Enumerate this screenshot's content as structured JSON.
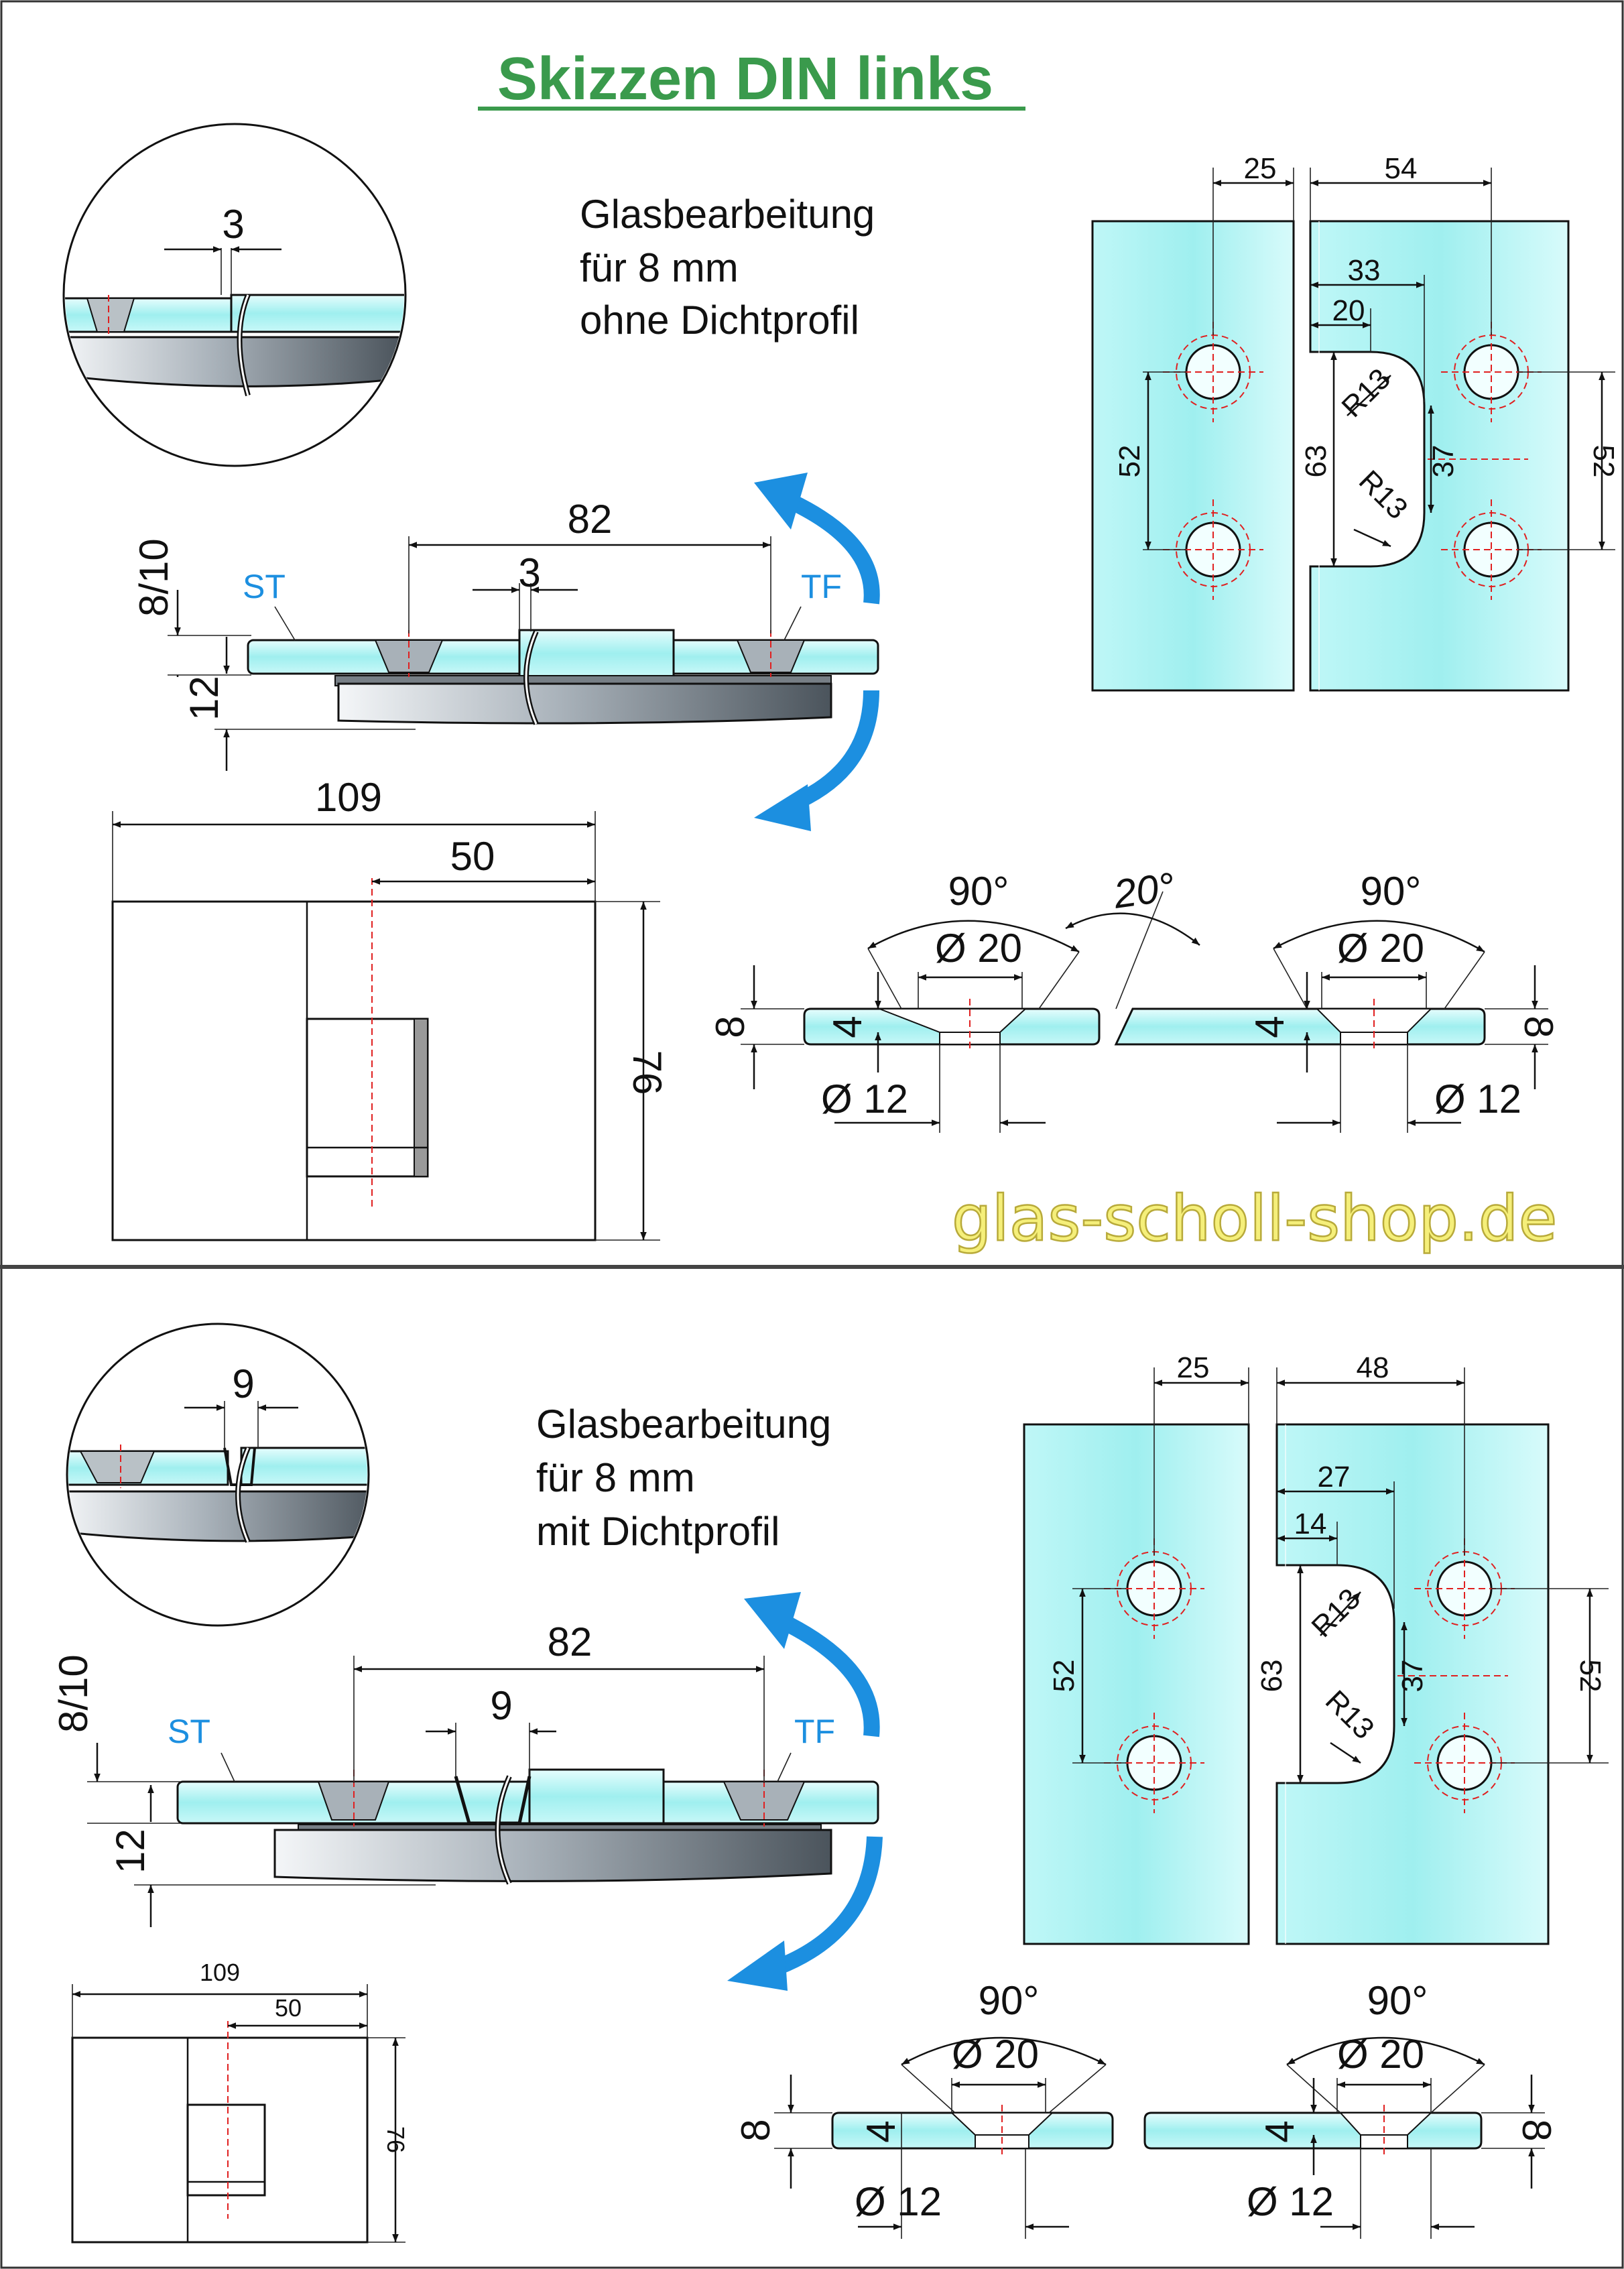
{
  "title": "Skizzen DIN links",
  "watermark": "glas-scholl-shop.de",
  "colors": {
    "title": "#3a9a4c",
    "label_blue": "#1c8fe0",
    "glass": "#aef2f2",
    "centerline": "#e02020",
    "watermark": "#f5ef7a"
  },
  "top": {
    "desc_line1": "Glasbearbeitung",
    "desc_line2": "für 8 mm",
    "desc_line3": "ohne Dichtprofil",
    "detail_gap": "3",
    "side": {
      "span": "82",
      "gap": "3",
      "thickness": "8/10",
      "height": "12",
      "label_left": "ST",
      "label_right": "TF"
    },
    "body": {
      "width": "109",
      "center": "50",
      "height": "76"
    },
    "cutout": {
      "left_width": "25",
      "right_width": "54",
      "notch_depth": "33",
      "notch_inner": "20",
      "radius_top": "R13",
      "radius_bottom": "R13",
      "hole_spacing_left": "52",
      "notch_height": "63",
      "notch_straight": "37",
      "hole_spacing_right": "52"
    },
    "hole_left": {
      "angle": "90°",
      "countersink": "Ø 20",
      "thickness": "8",
      "depth": "4",
      "bore": "Ø 12"
    },
    "bevel_angle": "20°",
    "hole_right": {
      "angle": "90°",
      "countersink": "Ø 20",
      "thickness": "8",
      "depth": "4",
      "bore": "Ø 12"
    }
  },
  "bottom": {
    "desc_line1": "Glasbearbeitung",
    "desc_line2": "für 8 mm",
    "desc_line3": "mit Dichtprofil",
    "detail_gap": "9",
    "side": {
      "span": "82",
      "gap": "9",
      "thickness": "8/10",
      "height": "12",
      "label_left": "ST",
      "label_right": "TF"
    },
    "body": {
      "width": "109",
      "center": "50",
      "height": "76"
    },
    "cutout": {
      "left_width": "25",
      "right_width": "48",
      "notch_depth": "27",
      "notch_inner": "14",
      "radius_top": "R13",
      "radius_bottom": "R13",
      "hole_spacing_left": "52",
      "notch_height": "63",
      "notch_straight": "37",
      "hole_spacing_right": "52"
    },
    "hole_left": {
      "angle": "90°",
      "countersink": "Ø 20",
      "thickness": "8",
      "depth": "4",
      "bore": "Ø 12"
    },
    "hole_right": {
      "angle": "90°",
      "countersink": "Ø 20",
      "thickness": "8",
      "depth": "4",
      "bore": "Ø 12"
    }
  }
}
